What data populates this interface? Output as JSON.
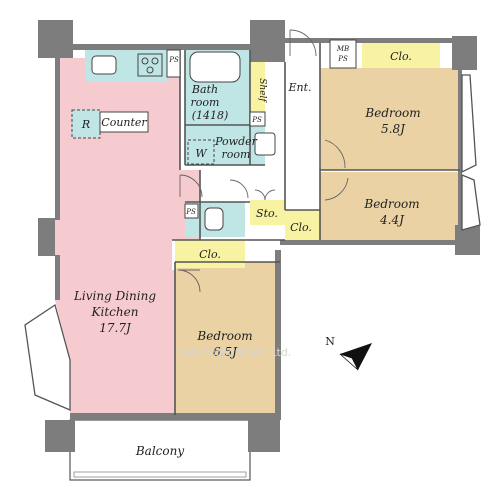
{
  "rooms": {
    "ldk": {
      "name_line1": "Living Dining",
      "name_line2": "Kitchen",
      "size": "17.7J"
    },
    "bedroom_sw": {
      "name": "Bedroom",
      "size": "6.5J"
    },
    "bedroom_ne": {
      "name": "Bedroom",
      "size": "5.8J"
    },
    "bedroom_e": {
      "name": "Bedroom",
      "size": "4.4J"
    },
    "bath": {
      "name_line1": "Bath",
      "name_line2": "room",
      "size": "(1418)"
    },
    "powder": {
      "name_line1": "Powder",
      "name_line2": "room"
    },
    "entrance": "Ent.",
    "balcony": "Balcony"
  },
  "fixtures": {
    "counter": "Counter",
    "fridge": "R",
    "washer": "W",
    "closet": "Clo.",
    "storage": "Sto.",
    "shelf": "Shelf",
    "ps": "PS",
    "mb": "MB"
  },
  "watermark": "Ken Corporation Ltd.",
  "compass": "N",
  "colors": {
    "ldk": "#f6cbd0",
    "bedroom": "#ead2a4",
    "wet": "#bfe6e4",
    "closet": "#f7f3a3",
    "wall": "#7d7d7d",
    "line": "#555555"
  }
}
